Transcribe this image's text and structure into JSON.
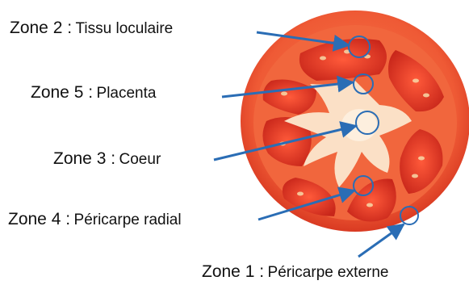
{
  "labels": [
    {
      "zone": "Zone 2 :",
      "desc": "Tissu loculaire"
    },
    {
      "zone": "Zone 5 :",
      "desc": "Placenta"
    },
    {
      "zone": "Zone 3 :",
      "desc": "Coeur"
    },
    {
      "zone": "Zone 4 :",
      "desc": "Péricarpe radial"
    },
    {
      "zone": "Zone 1 :",
      "desc": "Péricarpe externe"
    }
  ],
  "colors": {
    "arrow": "#2a6db5",
    "skin": "#e8442c",
    "pericarp": "#f06a3f",
    "locular_gel": "#e23320",
    "placenta": "#fbe3cc"
  },
  "icons": [
    "arrow-icon",
    "circle-marker-icon"
  ]
}
